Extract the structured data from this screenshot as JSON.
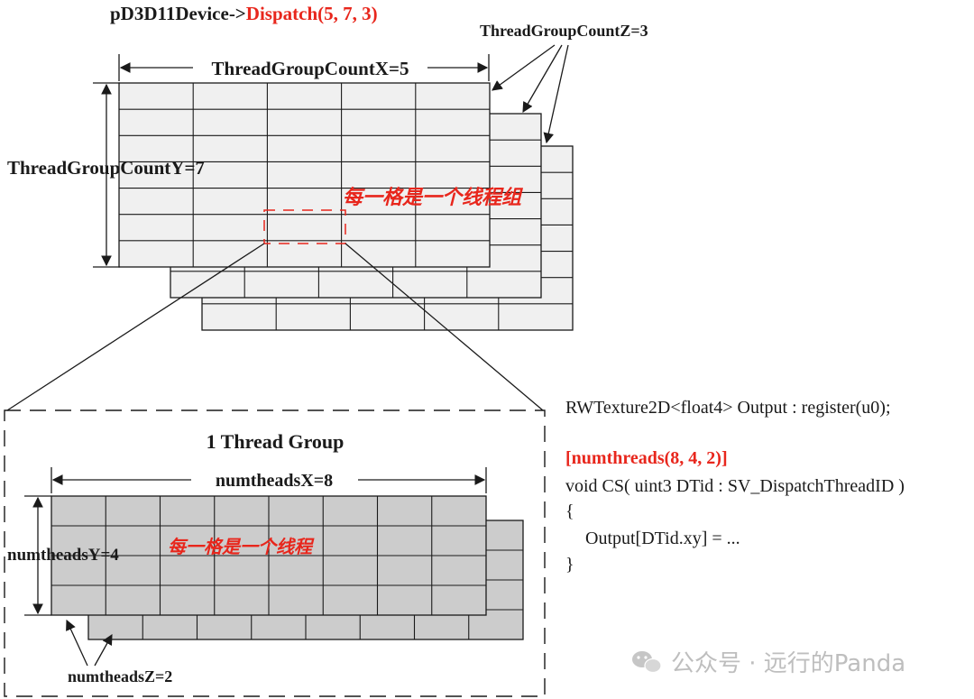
{
  "header": {
    "call_prefix": "pD3D11Device->",
    "call_dispatch": "Dispatch(5, 7, 3)"
  },
  "grid_labels": {
    "count_x": "ThreadGroupCountX=5",
    "count_y": "ThreadGroupCountY=7",
    "count_z": "ThreadGroupCountZ=3",
    "cell_note": "每一格是一个线程组"
  },
  "thread_group": {
    "title": "1 Thread Group",
    "num_x": "numtheadsX=8",
    "num_y": "numtheadsY=4",
    "num_z": "numtheadsZ=2",
    "cell_note": "每一格是一个线程"
  },
  "code": {
    "line1": "RWTexture2D<float4> Output : register(u0);",
    "attribute": "[numthreads(8, 4, 2)]",
    "line3": "void CS( uint3 DTid : SV_DispatchThreadID )",
    "line4": "{",
    "line5": "Output[DTid.xy] = ...",
    "line6": "}"
  },
  "watermark": {
    "text": "公众号 · 远行的Panda"
  },
  "colors": {
    "accent_red": "#e8261c",
    "group_fill": "#f0f0f0",
    "thread_fill": "#cccccc",
    "line": "#1a1a1a"
  }
}
